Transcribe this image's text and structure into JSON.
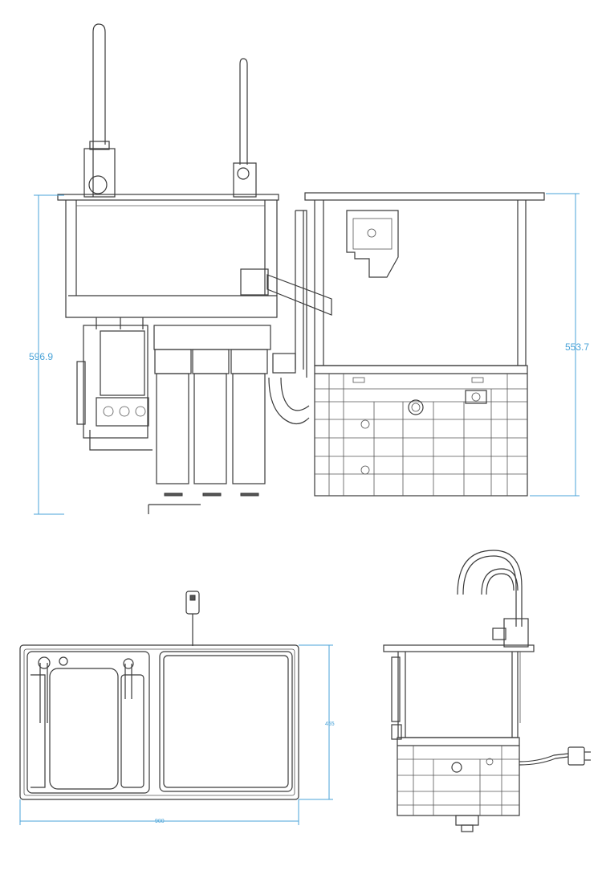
{
  "colors": {
    "line": "#3a3a3a",
    "dimension": "#4aa3d8",
    "background": "#ffffff"
  },
  "dimensions": {
    "front_height_left": "596.9",
    "front_height_right": "553.7",
    "top_depth": "455",
    "top_width": "900"
  }
}
